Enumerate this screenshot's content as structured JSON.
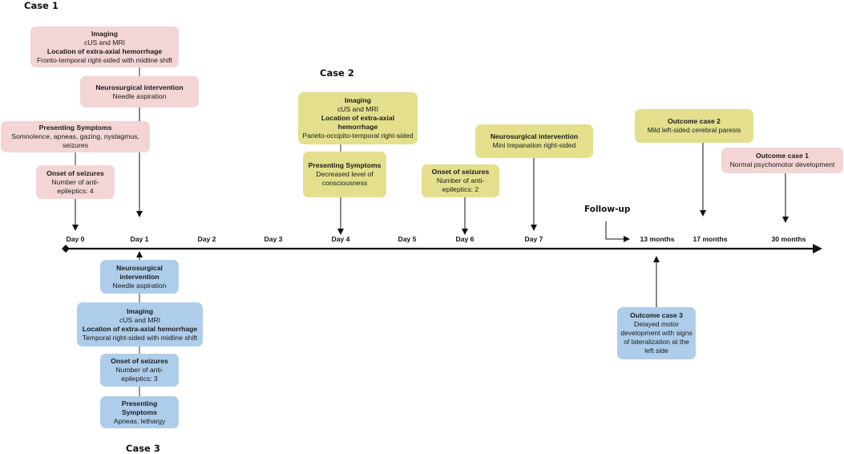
{
  "case1": {
    "title": "Case 1",
    "imaging": {
      "title": "Imaging",
      "l1": "cUS and MRI",
      "l2": "Location of extra-axial hemorrhage",
      "l3": "Fronto-temporal right-sided with midline shift"
    },
    "neuro": {
      "title": "Neurosurgical intervention",
      "l1": "Needle aspiration"
    },
    "symptoms": {
      "title": "Presenting Symptoms",
      "l1": "Somnolence, apneas, gazing, nystagmus,",
      "l2": "seizures"
    },
    "seizures": {
      "title": "Onset of seizures",
      "l1": "Number of anti-",
      "l2": "epileptics: 4"
    },
    "outcome": {
      "title": "Outcome case 1",
      "l1": "Normal psychomotor development"
    }
  },
  "case2": {
    "title": "Case 2",
    "imaging": {
      "title": "Imaging",
      "l1": "cUS and MRI",
      "l2": "Location of extra-axial",
      "l3": "hemorrhage",
      "l4": "Parieto-occipito-temporal right-sided"
    },
    "symptoms": {
      "title": "Presenting Symptoms",
      "l1": "Decreased level of",
      "l2": "consciousness"
    },
    "seizures": {
      "title": "Onset of seizures",
      "l1": "Number of anti-",
      "l2": "epileptics: 2"
    },
    "neuro": {
      "title": "Neurosurgical intervention",
      "l1": "Mini trepanation right-sided"
    },
    "outcome": {
      "title": "Outcome case 2",
      "l1": "Mild left-sided cerebral paresis"
    }
  },
  "case3": {
    "title": "Case 3",
    "neuro": {
      "title": "Neurosurgical",
      "title2": "intervention",
      "l1": "Needle aspiration"
    },
    "imaging": {
      "title": "Imaging",
      "l1": "cUS and MRI",
      "l2": "Location of extra-axial hemorrhage",
      "l3": "Temporal right-sided with midline shift"
    },
    "seizures": {
      "title": "Onset of seizures",
      "l1": "Number of anti-",
      "l2": "epileptics: 3"
    },
    "symptoms": {
      "title": "Presenting Symptoms",
      "l1": "Apneas, lethargy"
    },
    "outcome": {
      "title": "Outcome case 3",
      "l1": "Delayed motor",
      "l2": "development with signs",
      "l3": "of lateralization at the",
      "l4": "left side"
    }
  },
  "timeline": {
    "days": [
      "Day 0",
      "Day 1",
      "Day 2",
      "Day 3",
      "Day 4",
      "Day 5",
      "Day 6",
      "Day 7"
    ],
    "months": [
      "13 months",
      "17 months",
      "30 months"
    ],
    "followup": "Follow-up"
  },
  "colors": {
    "case1": "#f3d5d6",
    "case2": "#e4df8c",
    "case3": "#aecdea"
  }
}
